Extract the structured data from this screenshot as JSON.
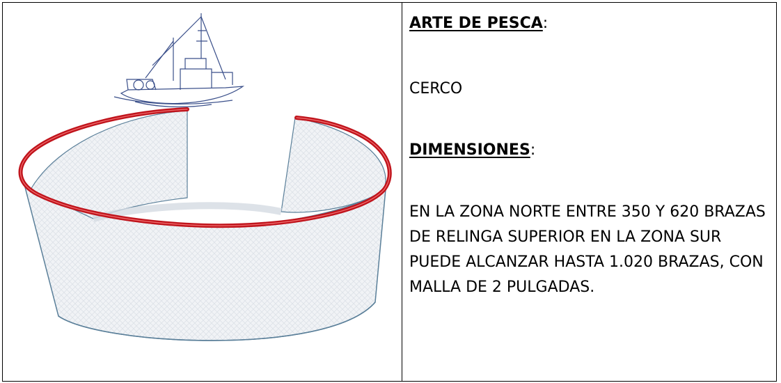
{
  "fishing_gear": {
    "label": "ARTE DE PESCA",
    "value": "CERCO"
  },
  "dimensions": {
    "label": "DIMENSIONES",
    "description": "EN LA ZONA NORTE ENTRE 350 Y 620 BRAZAS DE RELINGA SUPERIOR EN LA ZONA SUR PUEDE ALCANZAR HASTA 1.020 BRAZAS, CON MALLA DE 2 PULGADAS."
  },
  "colors": {
    "float_line": "#c0141c",
    "net_edge": "#5a7f99",
    "boat_line": "#3a4f8a"
  }
}
